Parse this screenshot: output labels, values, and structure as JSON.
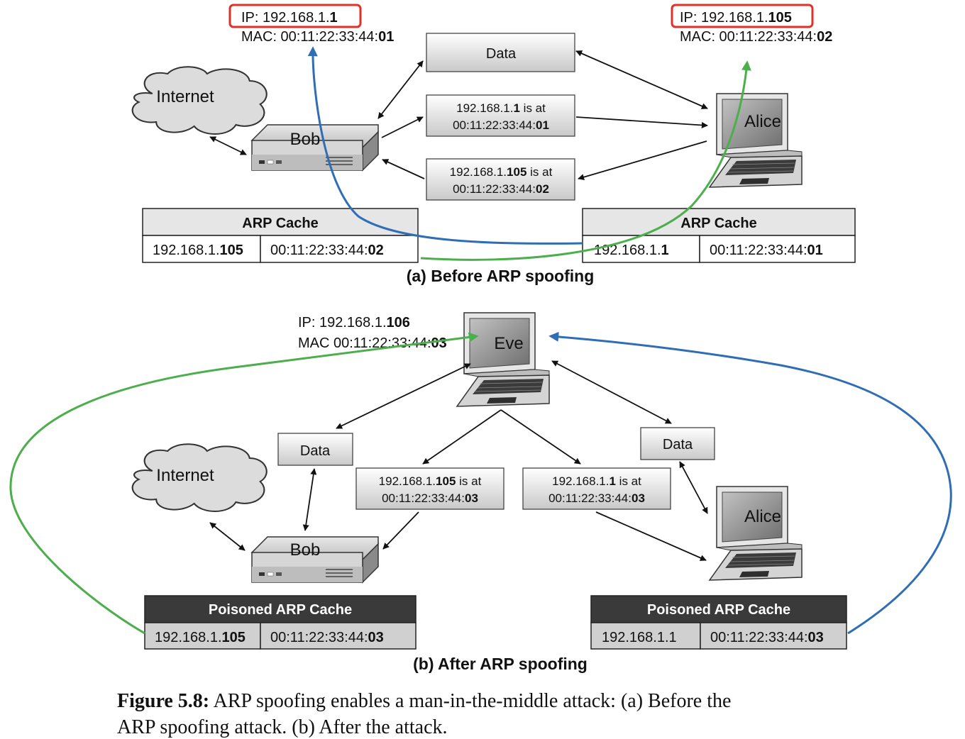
{
  "panel_a": {
    "bob_ip": {
      "prefix": "IP: 192.168.1.",
      "bold": "1"
    },
    "bob_mac": {
      "prefix": "MAC: 00:11:22:33:44:",
      "bold": "01"
    },
    "alice_ip": {
      "prefix": "IP: 192.168.1.",
      "bold": "105"
    },
    "alice_mac": {
      "prefix": "MAC: 00:11:22:33:44:",
      "bold": "02"
    },
    "cloud_label": "Internet",
    "bob_label": "Bob",
    "alice_label": "Alice",
    "data_box": "Data",
    "msg1": {
      "l1_prefix": "192.168.1.",
      "l1_bold": "1",
      "l1_suffix": " is at",
      "l2_prefix": "00:11:22:33:44:",
      "l2_bold": "01"
    },
    "msg2": {
      "l1_prefix": "192.168.1.",
      "l1_bold": "105",
      "l1_suffix": " is at",
      "l2_prefix": "00:11:22:33:44:",
      "l2_bold": "02"
    },
    "bob_cache": {
      "title": "ARP Cache",
      "ip_prefix": "192.168.1.",
      "ip_bold": "105",
      "mac_prefix": "00:11:22:33:44:",
      "mac_bold": "02"
    },
    "alice_cache": {
      "title": "ARP Cache",
      "ip_prefix": "192.168.1.",
      "ip_bold": "1",
      "mac_prefix": "00:11:22:33:44:",
      "mac_bold": "01"
    },
    "caption": "(a) Before ARP spoofing"
  },
  "panel_b": {
    "eve_ip": {
      "prefix": "IP: 192.168.1.",
      "bold": "106"
    },
    "eve_mac": {
      "prefix": "MAC 00:11:22:33:44:",
      "bold": "03"
    },
    "eve_label": "Eve",
    "cloud_label": "Internet",
    "bob_label": "Bob",
    "alice_label": "Alice",
    "data_left": "Data",
    "data_right": "Data",
    "msg_left": {
      "l1_prefix": "192.168.1.",
      "l1_bold": "105",
      "l1_suffix": " is at",
      "l2_prefix": "00:11:22:33:44:",
      "l2_bold": "03"
    },
    "msg_right": {
      "l1_prefix": "192.168.1.",
      "l1_bold": "1",
      "l1_suffix": " is at",
      "l2_prefix": "00:11:22:33:44:",
      "l2_bold": "03"
    },
    "bob_cache": {
      "title": "Poisoned ARP Cache",
      "ip_prefix": "192.168.1.",
      "ip_bold": "105",
      "mac_prefix": "00:11:22:33:44:",
      "mac_bold": "03"
    },
    "alice_cache": {
      "title": "Poisoned ARP Cache",
      "ip_prefix": "192.168.1.1",
      "ip_bold": "",
      "mac_prefix": "00:11:22:33:44:",
      "mac_bold": "03"
    },
    "caption": "(b) After ARP spoofing"
  },
  "figure_caption": {
    "label": "Figure 5.8:",
    "line1": " ARP spoofing enables a man-in-the-middle attack: (a) Before the",
    "line2": "ARP spoofing attack. (b) After the attack."
  },
  "colors": {
    "highlight_box": "#e0302a",
    "blue_link": "#2f6db5",
    "green_link": "#4cae4c",
    "poisoned_header": "#3a3a3a",
    "header_light": "#e6e6e6"
  }
}
